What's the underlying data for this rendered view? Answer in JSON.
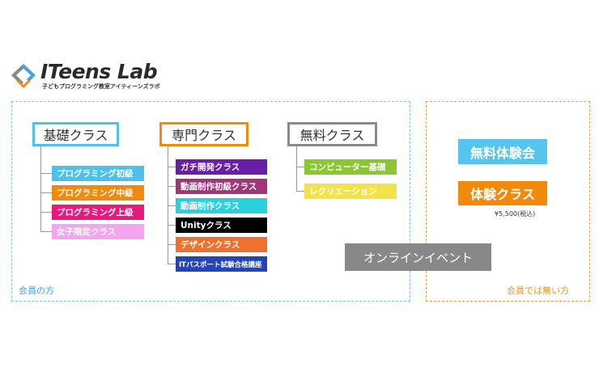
{
  "logo": {
    "title": "ITeens Lab",
    "subtitle": "子どもプログラミング教室アイティーンズラボ",
    "colors": {
      "orange": "#f08a0a",
      "blue": "#4aa3d6",
      "gray": "#555555"
    }
  },
  "members_area": {
    "label": "会員の方"
  },
  "nonmembers_area": {
    "label": "会員では無い方"
  },
  "basic": {
    "header": "基礎クラス",
    "items": [
      {
        "label": "プログラミング初級",
        "color": "#4dc1ea"
      },
      {
        "label": "プログラミング中級",
        "color": "#f08a0a"
      },
      {
        "label": "プログラミング上級",
        "color": "#e8197a"
      },
      {
        "label": "女子限定クラス",
        "color": "#f5a5f0"
      }
    ]
  },
  "special": {
    "header": "専門クラス",
    "items": [
      {
        "label": "ガチ開発クラス",
        "color": "#6a1ea8"
      },
      {
        "label": "動画制作初級クラス",
        "color": "#a0357a"
      },
      {
        "label": "動画制作クラス",
        "color": "#2ad0dc"
      },
      {
        "label": "Unityクラス",
        "color": "#000000"
      },
      {
        "label": "デザインクラス",
        "color": "#f07030"
      },
      {
        "label": "ITパスポート試験合格講座",
        "color": "#2244b8"
      }
    ]
  },
  "free": {
    "header": "無料クラス",
    "items": [
      {
        "label": "コンピューター基礎",
        "color": "#8ac832"
      },
      {
        "label": "レクリエーション",
        "color": "#f4e24a"
      }
    ]
  },
  "nonmember": {
    "free_trial": "無料体験会",
    "paid_trial": "体験クラス",
    "paid_price": "¥5,500(税込)"
  },
  "online_event": "オンラインイベント"
}
